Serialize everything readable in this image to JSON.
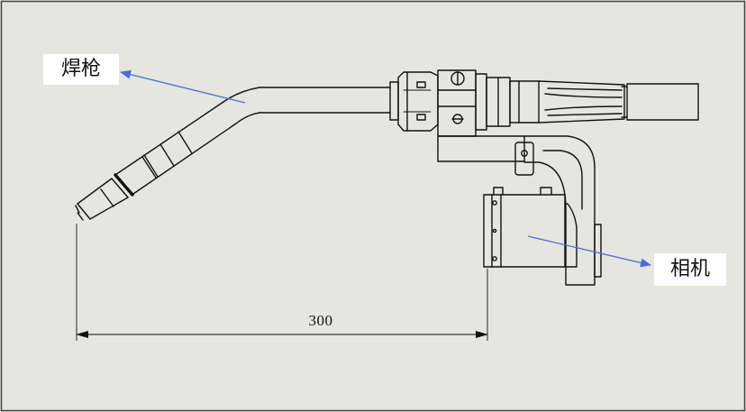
{
  "labels": {
    "torch": "焊枪",
    "camera": "相机"
  },
  "dimension": {
    "value": "300"
  },
  "colors": {
    "background": "#e6e6e0",
    "line": "#111111",
    "arrow": "#4a6fcf",
    "callout_bg": "#ffffff"
  }
}
